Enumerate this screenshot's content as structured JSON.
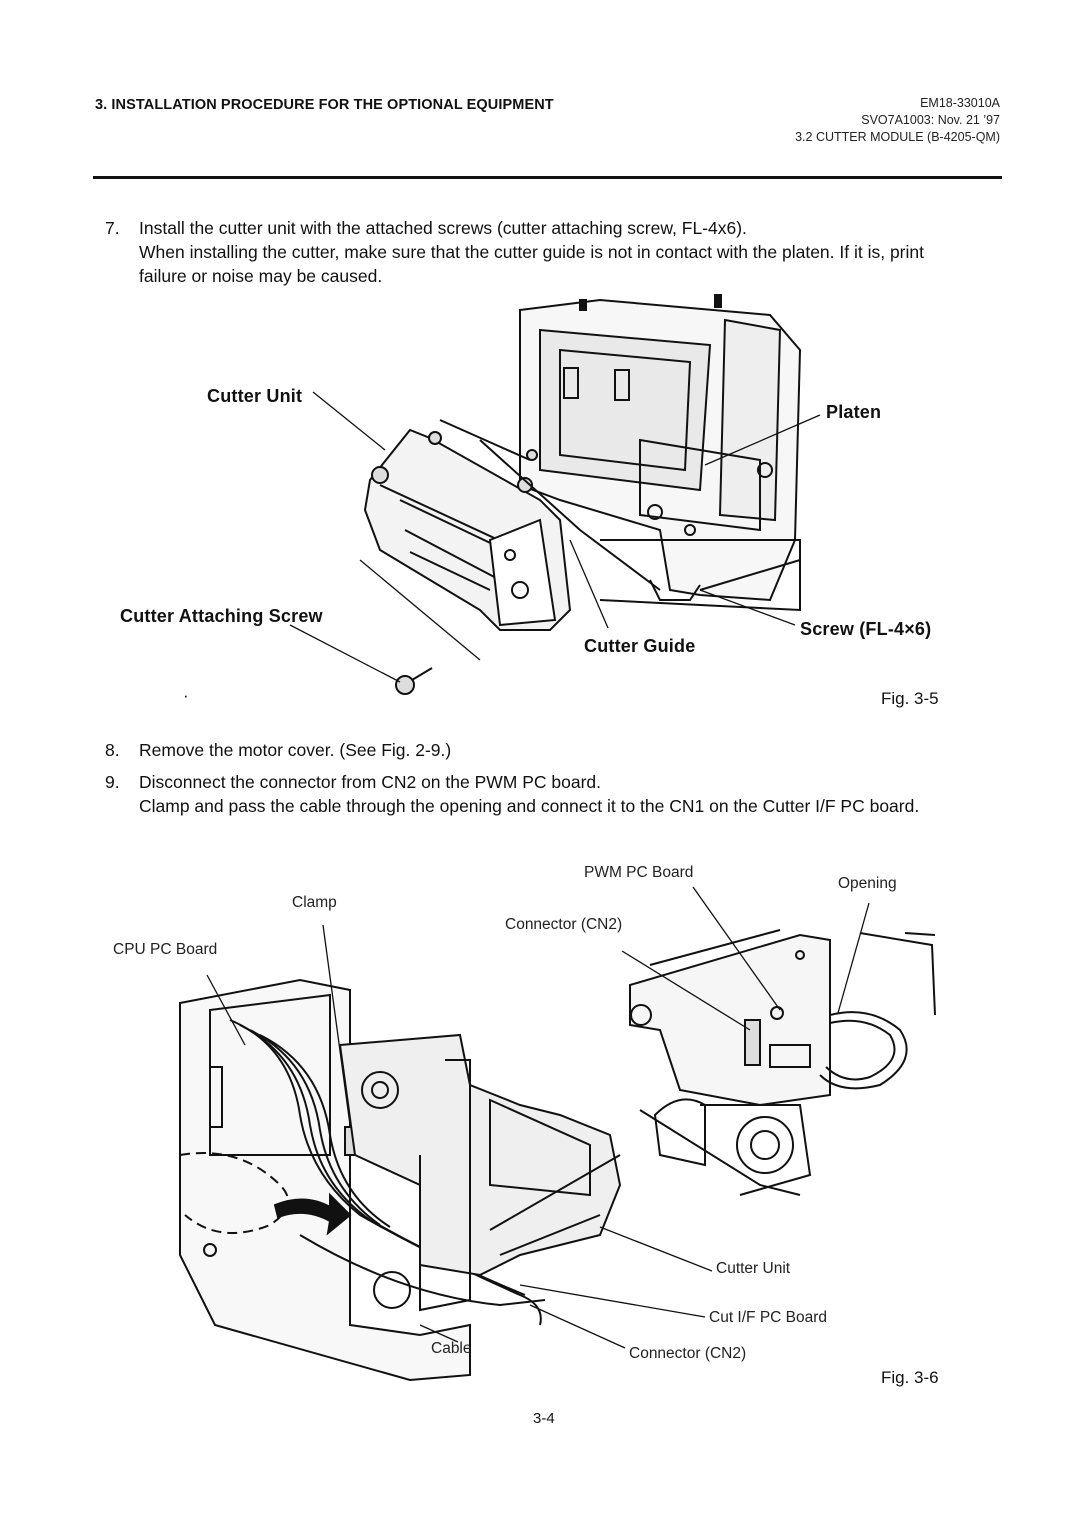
{
  "header": {
    "section_title": "3. INSTALLATION PROCEDURE FOR THE OPTIONAL EQUIPMENT",
    "doc_number": "EM18-33010A",
    "revision": "SVO7A1003: Nov. 21 ’97",
    "subsection": "3.2 CUTTER MODULE (B-4205-QM)"
  },
  "steps": [
    {
      "number": "7.",
      "lines": [
        "Install the cutter unit with the attached screws (cutter attaching screw, FL-4x6).",
        "When installing the cutter, make sure that the cutter guide is not in contact with the platen.  If it is, print",
        "failure or noise may be caused."
      ]
    },
    {
      "number": "8.",
      "lines": [
        "Remove the motor cover.  (See Fig. 2-9.)"
      ]
    },
    {
      "number": "9.",
      "lines": [
        "Disconnect the connector from CN2 on the PWM PC board.",
        "Clamp and pass the cable through the opening and connect it to the CN1 on the Cutter I/F PC board."
      ]
    }
  ],
  "figure_3_5": {
    "caption": "Fig. 3-5",
    "stray_mark": "·",
    "labels": {
      "cutter_unit": "Cutter Unit",
      "platen": "Platen",
      "cutter_attaching_screw": "Cutter Attaching Screw",
      "cutter_guide": "Cutter Guide",
      "screw": "Screw (FL-4×6)"
    }
  },
  "figure_3_6": {
    "caption": "Fig. 3-6",
    "labels": {
      "pwm_pc_board": "PWM PC Board",
      "opening": "Opening",
      "clamp": "Clamp",
      "connector_cn2_top": "Connector (CN2)",
      "cpu_pc_board": "CPU PC Board",
      "cutter_unit": "Cutter Unit",
      "cut_if_pc_board": "Cut I/F PC Board",
      "cable": "Cable",
      "connector_cn2_bottom": "Connector (CN2)"
    }
  },
  "footer": {
    "page_number": "3-4"
  }
}
